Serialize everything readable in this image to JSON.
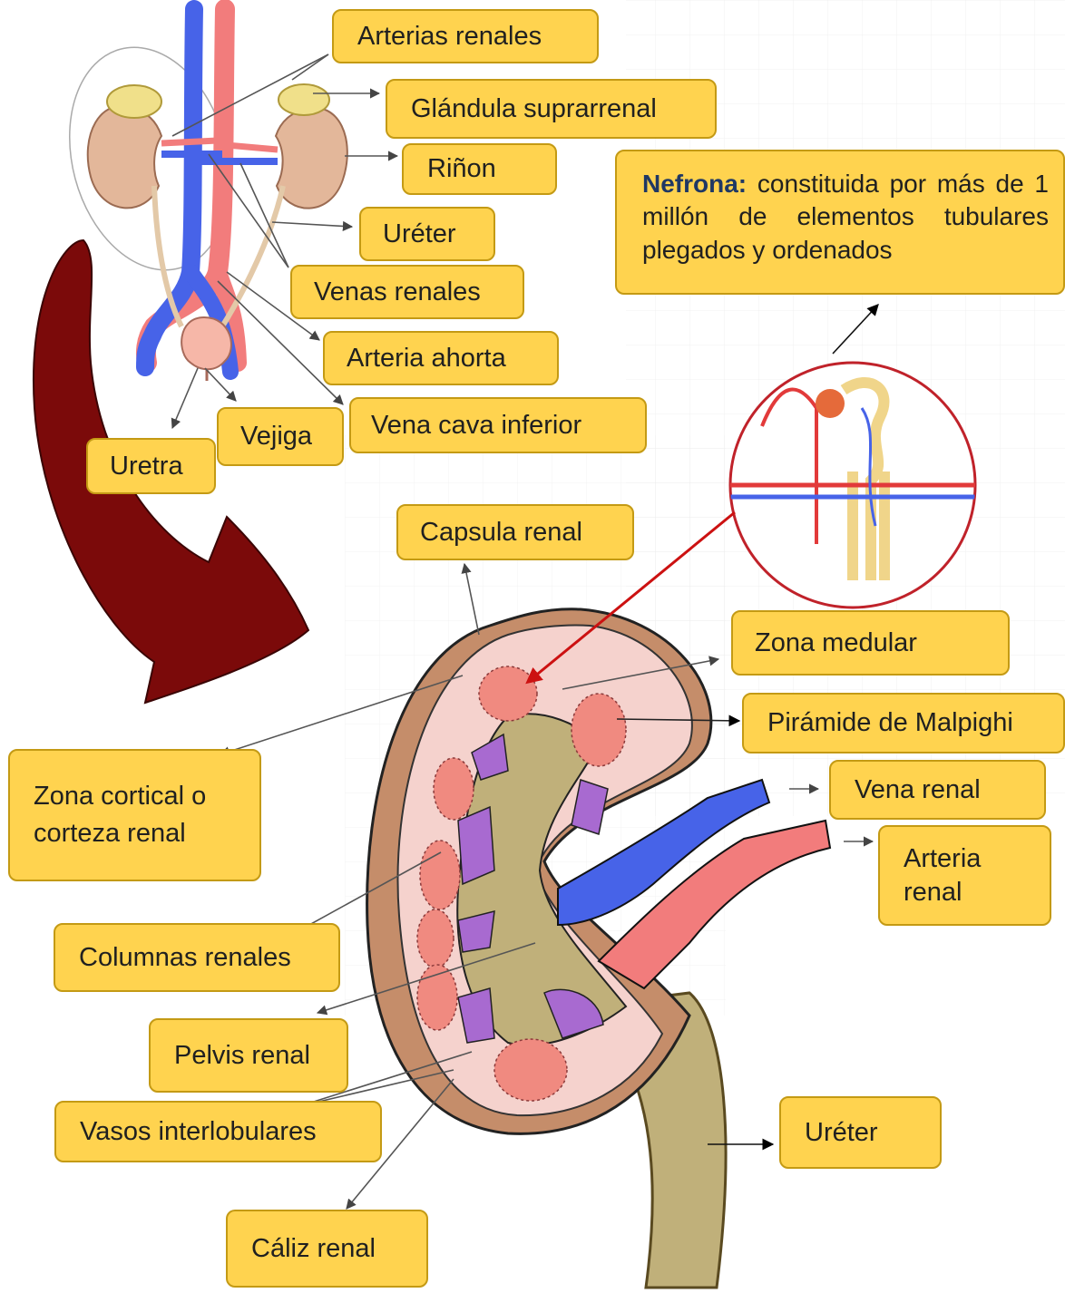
{
  "labels": {
    "arterias_renales": "Arterias renales",
    "glandula_suprarrenal": "Glándula suprarrenal",
    "rinon": "Riñon",
    "ureter_top": "Uréter",
    "venas_renales": "Venas renales",
    "arteria_ahorta": "Arteria ahorta",
    "vena_cava_inferior": "Vena cava inferior",
    "vejiga": "Vejiga",
    "uretra": "Uretra",
    "capsula_renal": "Capsula renal",
    "zona_medular": "Zona medular",
    "piramide_malpighi": "Pirámide de Malpighi",
    "vena_renal": "Vena renal",
    "arteria_renal": "Arteria renal",
    "zona_cortical": "Zona cortical o corteza renal",
    "columnas_renales": "Columnas renales",
    "pelvis_renal": "Pelvis renal",
    "vasos_interlobulares": "Vasos interlobulares",
    "ureter_bottom": "Uréter",
    "caliz_renal": "Cáliz renal"
  },
  "nefrona": {
    "title": "Nefrona:",
    "text": "constituida por más de 1 millón de elementos tubulares plegados y ordenados"
  },
  "colors": {
    "label_fill": "#ffd34f",
    "label_border": "#c49a14",
    "kidney_cortex": "#f5d2cd",
    "kidney_capsule": "#c58d6a",
    "pyramid": "#f08a80",
    "column": "#a86ad0",
    "pelvis": "#c0b07a",
    "vein": "#4763e8",
    "artery": "#f27c7c",
    "curved_arrow": "#7b0a0a",
    "pointer_red": "#cc1111"
  }
}
